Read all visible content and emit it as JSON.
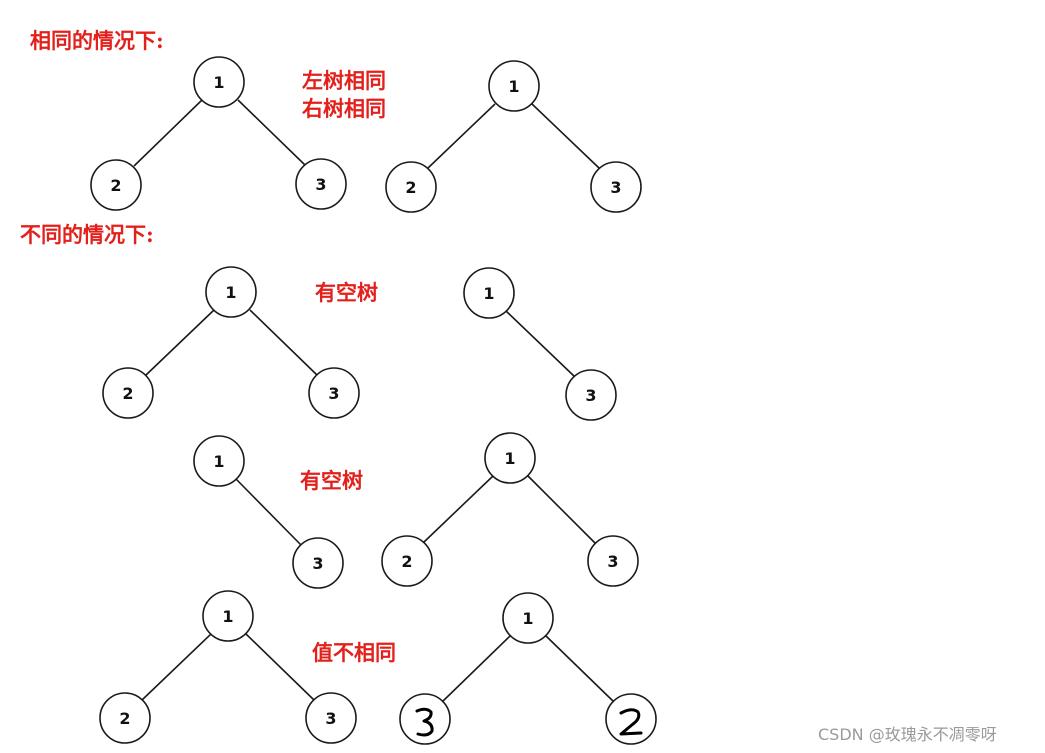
{
  "headings": {
    "same": "相同的情况下:",
    "different": "不同的情况下:"
  },
  "annotations": {
    "left_same": "左树相同",
    "right_same": "右树相同",
    "empty_1": "有空树",
    "empty_2": "有空树",
    "value_diff": "值不相同"
  },
  "trees": [
    {
      "id": "same-left",
      "root": "1",
      "left": "2",
      "right": "3"
    },
    {
      "id": "same-right",
      "root": "1",
      "left": "2",
      "right": "3"
    },
    {
      "id": "empty1-left",
      "root": "1",
      "left": "2",
      "right": "3"
    },
    {
      "id": "empty1-right",
      "root": "1",
      "right": "3"
    },
    {
      "id": "empty2-left",
      "root": "1",
      "right": "3"
    },
    {
      "id": "empty2-right",
      "root": "1",
      "left": "2",
      "right": "3"
    },
    {
      "id": "value-left",
      "root": "1",
      "left": "2",
      "right": "3"
    },
    {
      "id": "value-right",
      "root": "1",
      "left_handwritten": "3",
      "right_handwritten": "2"
    }
  ],
  "watermark": "CSDN @玫瑰永不凋零呀",
  "colors": {
    "annotation": "#e3211c",
    "stroke": "#1a1a1a",
    "watermark": "#9a9a9a"
  }
}
